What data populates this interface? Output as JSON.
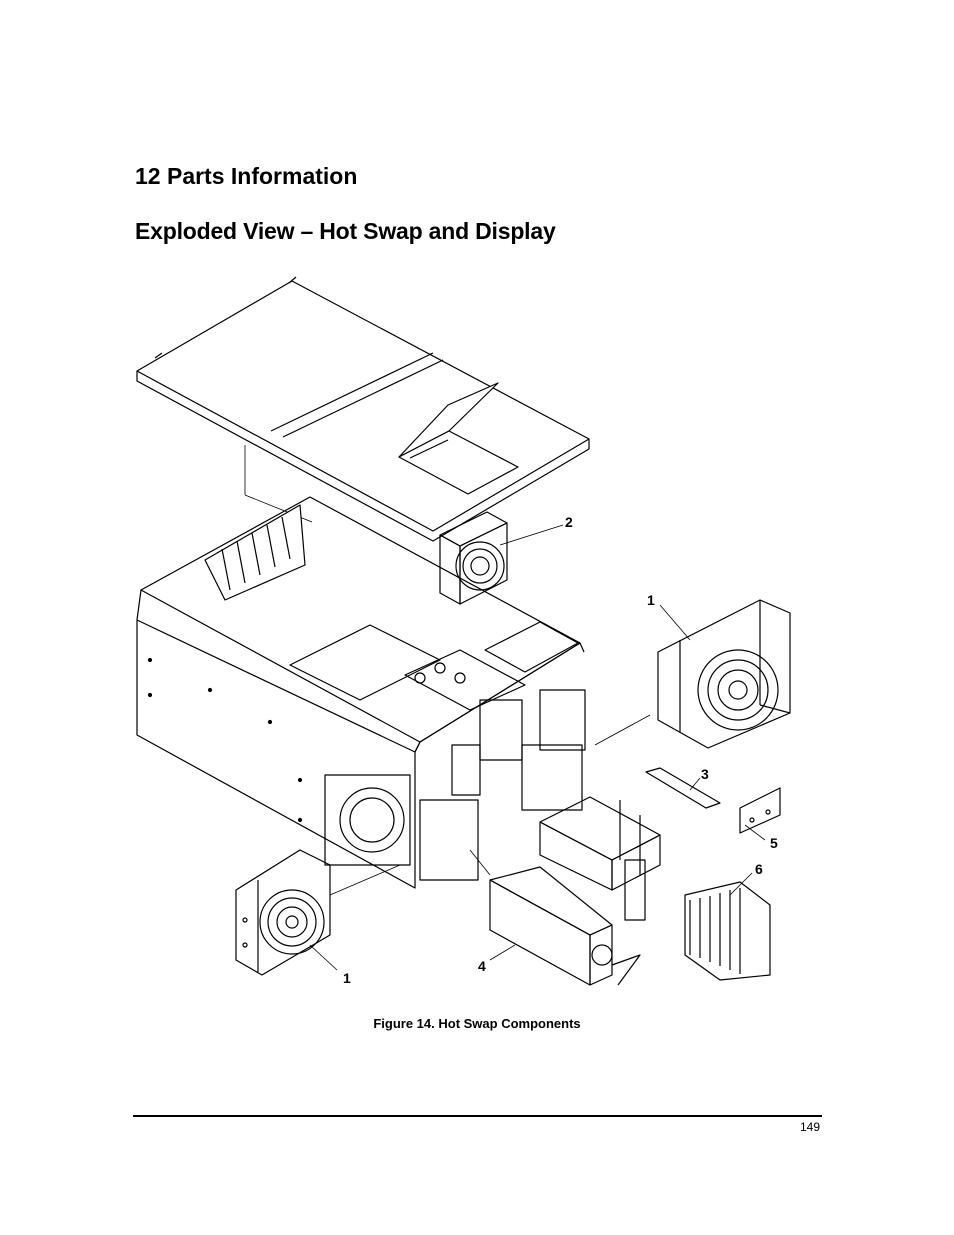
{
  "chapter_title": "12 Parts Information",
  "section_title": "Exploded View – Hot Swap and Display",
  "figure": {
    "caption": "Figure 14.  Hot Swap Components",
    "callouts": {
      "c2": "2",
      "c1_right": "1",
      "c3": "3",
      "c5": "5",
      "c6": "6",
      "c4": "4",
      "c1_left": "1"
    }
  },
  "footer": {
    "page_number": "149"
  }
}
